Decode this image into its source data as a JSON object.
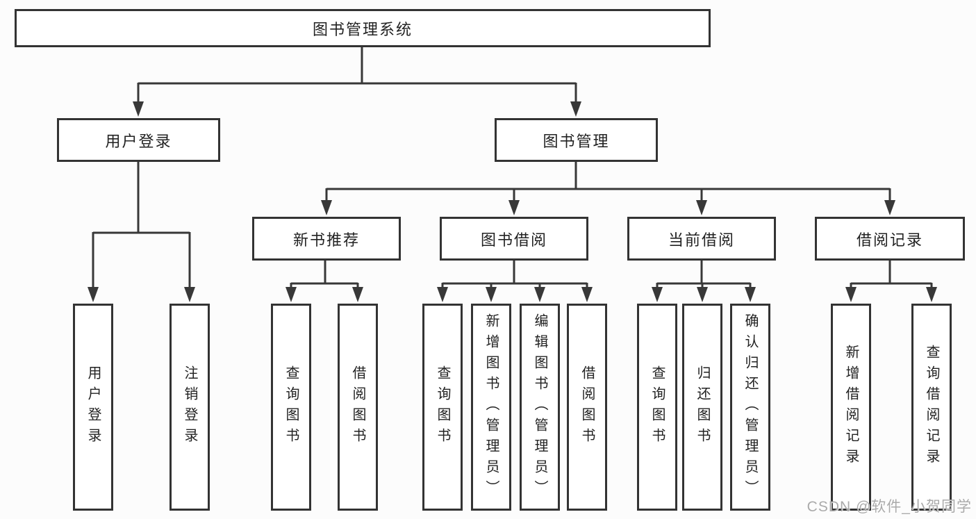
{
  "colors": {
    "background": "#fcfcfc",
    "node_fill": "#ffffff",
    "node_border": "#333333",
    "line": "#383838",
    "text": "#222222",
    "watermark": "#a5a5a5"
  },
  "watermark": {
    "text": "CSDN @软件_小贺同学"
  },
  "tree": {
    "label": "图书管理系统",
    "children": [
      {
        "label": "用户登录",
        "children": [
          {
            "label": "用户登录"
          },
          {
            "label": "注销登录"
          }
        ]
      },
      {
        "label": "图书管理",
        "children": [
          {
            "label": "新书推荐",
            "children": [
              {
                "label": "查询图书"
              },
              {
                "label": "借阅图书"
              }
            ]
          },
          {
            "label": "图书借阅",
            "children": [
              {
                "label": "查询图书"
              },
              {
                "label": "新增图书（管理员）"
              },
              {
                "label": "编辑图书（管理员）"
              },
              {
                "label": "借阅图书"
              }
            ]
          },
          {
            "label": "当前借阅",
            "children": [
              {
                "label": "查询图书"
              },
              {
                "label": "归还图书"
              },
              {
                "label": "确认归还（管理员）"
              }
            ]
          },
          {
            "label": "借阅记录",
            "children": [
              {
                "label": "新增借阅记录"
              },
              {
                "label": "查询借阅记录"
              }
            ]
          }
        ]
      }
    ]
  }
}
